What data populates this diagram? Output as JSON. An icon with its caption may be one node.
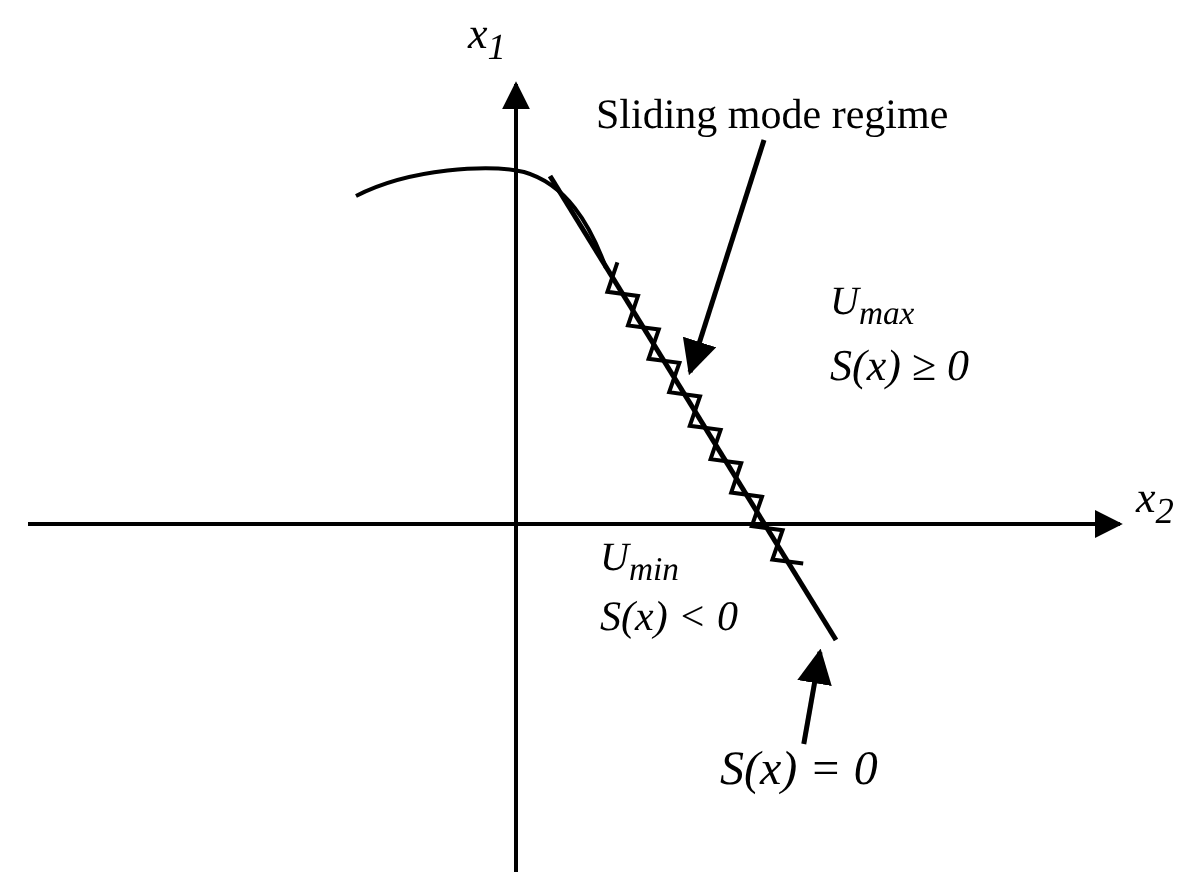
{
  "diagram": {
    "nodes": [
      {
        "text": [
          "Sliding mode regime"
        ]
      },
      {
        "text": [
          "S(x) = 0"
        ]
      }
    ],
    "edges": [
      {
        "from": 0,
        "to": null,
        "arrow": "to"
      },
      {
        "from": 1,
        "to": null,
        "arrow": "to"
      }
    ],
    "labels": [
      "x$_{1}$",
      "x$_{2}$",
      "U$_{max}$",
      "S(x) ≥ 0",
      "U$_{min}$",
      "S(x) < 0"
    ]
  }
}
